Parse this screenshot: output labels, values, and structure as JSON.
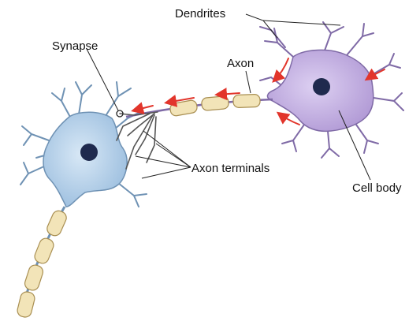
{
  "labels": {
    "dendrites": "Dendrites",
    "synapse": "Synapse",
    "axon": "Axon",
    "axon_terminals": "Axon terminals",
    "cell_body": "Cell body"
  },
  "colors": {
    "sending_neuron_body": "#c6b4e2",
    "sending_neuron_edge": "#7f6aa6",
    "receiving_neuron_body": "#bcd5ea",
    "receiving_neuron_edge": "#6f92b4",
    "nucleus": "#1f2a4e",
    "myelin_sheath": "#f2e4b8",
    "myelin_edge": "#a98f52",
    "signal_arrow": "#e2352b",
    "leader_line": "#222222"
  }
}
